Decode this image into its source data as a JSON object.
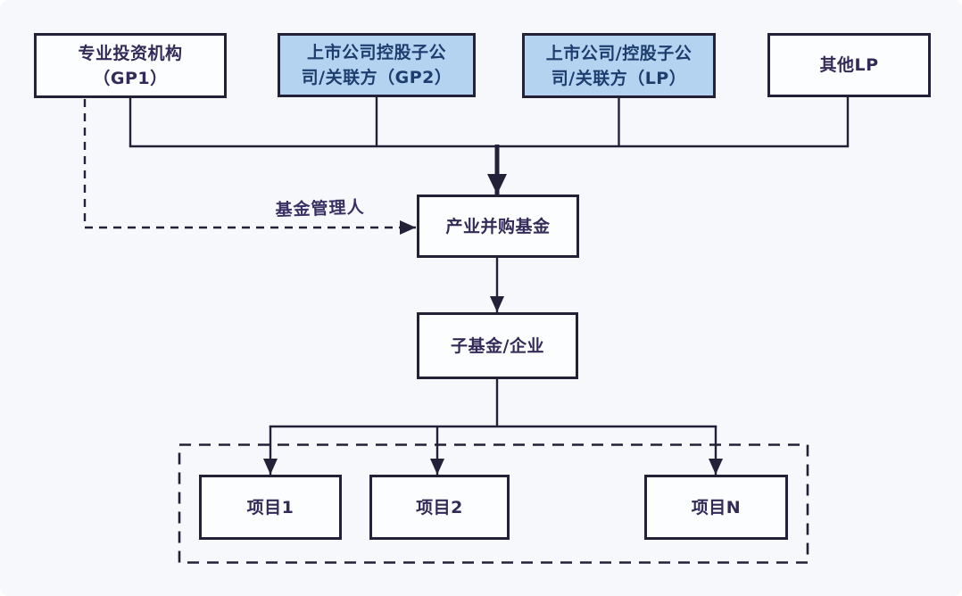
{
  "diagram": {
    "nodes": {
      "gp1": {
        "lines": [
          "专业投资机构",
          "（GP1）"
        ],
        "variant": "white"
      },
      "gp2": {
        "lines": [
          "上市公司控股子公",
          "司/关联方（GP2）"
        ],
        "variant": "blue"
      },
      "lp": {
        "lines": [
          "上市公司/控股子公",
          "司/关联方（LP）"
        ],
        "variant": "blue"
      },
      "other_lp": {
        "label": "其他LP",
        "variant": "white"
      },
      "fund": {
        "label": "产业并购基金",
        "variant": "white"
      },
      "subfund": {
        "label": "子基金/企业",
        "variant": "white"
      },
      "project1": {
        "label": "项目1",
        "variant": "white"
      },
      "project2": {
        "label": "项目2",
        "variant": "white"
      },
      "projectN": {
        "label": "项目N",
        "variant": "white"
      }
    },
    "edge_labels": {
      "fund_manager": "基金管理人"
    },
    "colors": {
      "background": "#f7f8fc",
      "box_border": "#232138",
      "box_fill_white": "#fcfdff",
      "box_fill_blue": "#b3d3f0",
      "text": "#332a58",
      "connector": "#232138"
    }
  }
}
